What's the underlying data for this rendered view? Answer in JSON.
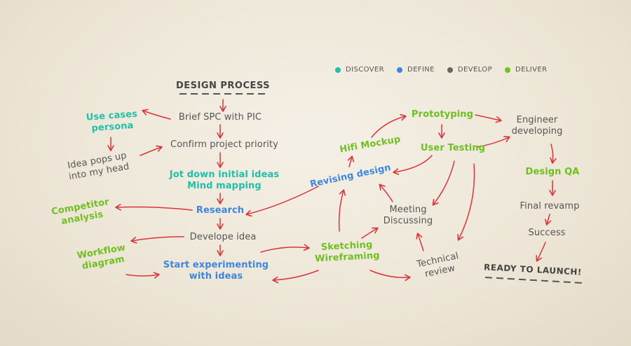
{
  "colors": {
    "discover": "#1fbfa8",
    "define": "#3d86e0",
    "develop": "#555555",
    "deliver": "#6fbf1f",
    "arrow": "#d9343c"
  },
  "legend": [
    {
      "key": "discover",
      "label": "DISCOVER"
    },
    {
      "key": "define",
      "label": "DEFINE"
    },
    {
      "key": "develop",
      "label": "DEVELOP"
    },
    {
      "key": "deliver",
      "label": "DELIVER"
    }
  ],
  "nodes": {
    "title": "DESIGN PROCESS",
    "brief": "Brief SPC with PIC",
    "use_cases": "Use cases\npersona",
    "confirm": "Confirm project priority",
    "idea_pops": "Idea pops up\ninto my head",
    "jot_down": "Jot down initial ideas\nMind mapping",
    "research": "Research",
    "competitor": "Competitor\nanalysis",
    "develope_idea": "Develope idea",
    "workflow": "Workflow\ndiagram",
    "start_exp": "Start experimenting\nwith ideas",
    "sketching": "Sketching\nWireframing",
    "revising": "Revising design",
    "hifi": "Hifi Mockup",
    "meeting": "Meeting\nDiscussing",
    "technical": "Technical\nreview",
    "prototyping": "Prototyping",
    "user_testing": "User Testing",
    "engineer": "Engineer\ndeveloping",
    "design_qa": "Design QA",
    "final_revamp": "Final revamp",
    "success": "Success",
    "ready": "READY TO LAUNCH!"
  }
}
